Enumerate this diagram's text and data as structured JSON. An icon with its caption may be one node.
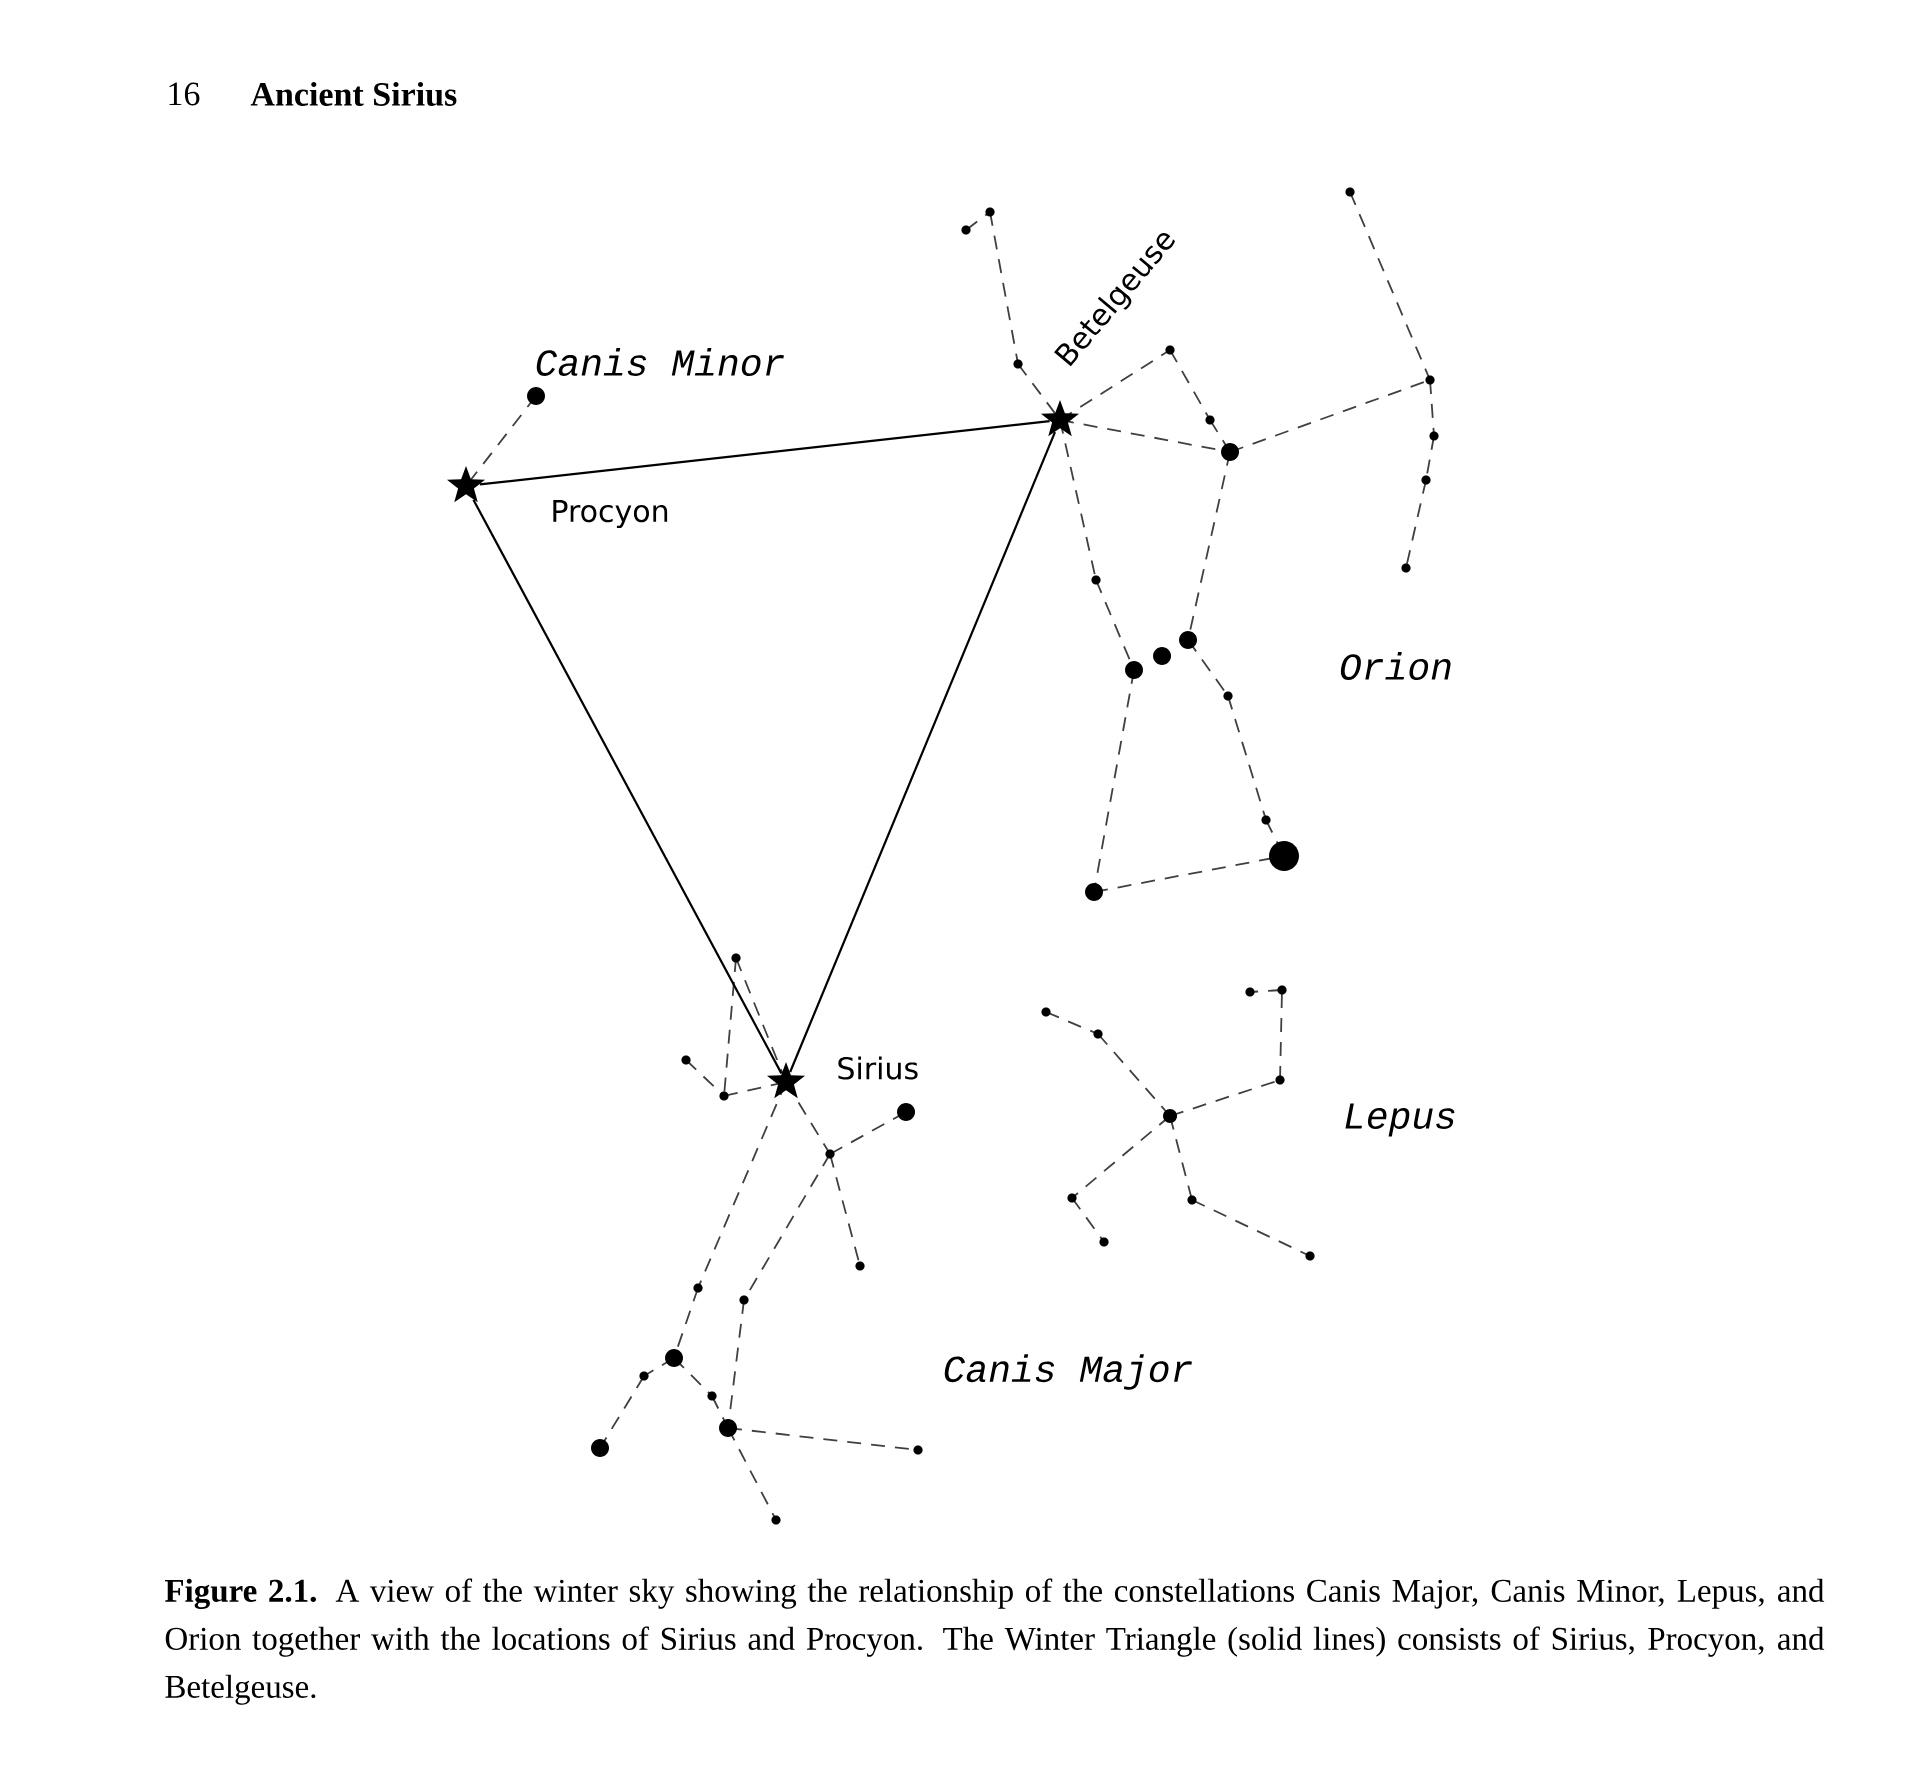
{
  "diagram": {
    "caption": "**Figure 2.1.** A view of the winter sky showing the relationship of the constellations Canis Major, Canis Minor, Lepus, and Orion together with the locations of Sirius and Procyon. The Winter Triangle (solid lines) consists of Sirius, Procyon, and Betelgeuse.",
    "nodes": [
      {
        "text": [
          "Procyon"
        ]
      },
      {
        "text": [
          "Betelgeuse"
        ]
      },
      {
        "text": [
          "Sirius"
        ]
      }
    ],
    "edges": [
      {
        "from": 0,
        "to": 1,
        "arrow": "none"
      },
      {
        "from": 1,
        "to": 2,
        "arrow": "none"
      },
      {
        "from": 2,
        "to": 0,
        "arrow": "none"
      }
    ],
    "labels": [
      "16",
      "Ancient Sirius",
      "Canis Minor",
      "Orion",
      "Lepus",
      "Canis Major"
    ]
  }
}
